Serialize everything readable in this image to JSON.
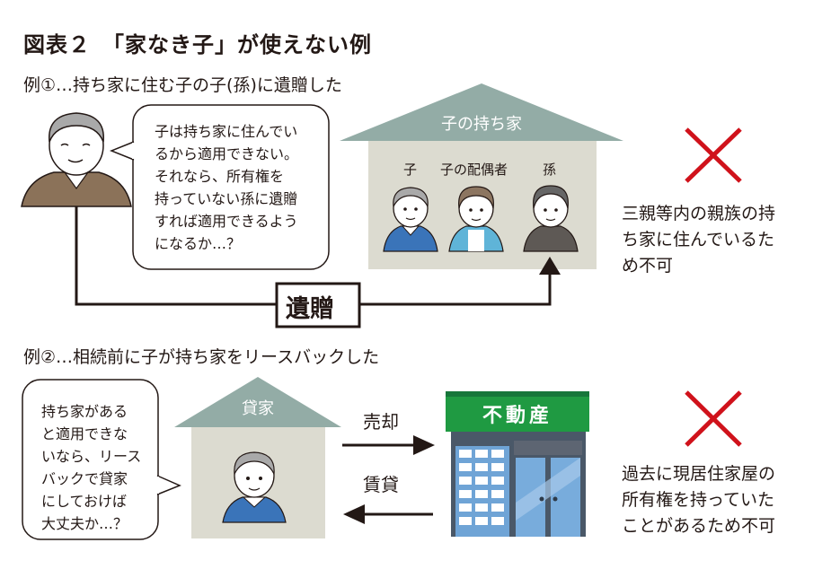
{
  "title": "図表２　「家なき子」が使えない例",
  "colors": {
    "house_wall": "#dcdbd0",
    "house_roof": "#93aca6",
    "cross_red": "#d0121b",
    "text": "#231815",
    "shop_green": "#1f9a42",
    "shop_blue": "#6fa4d6"
  },
  "example1": {
    "heading": "例①…持ち家に住む子の子(孫)に遺贈した",
    "speech": "子は持ち家に住んでい\nるから適用できない。\nそれなら、所有権を\n持っていない孫に遺贈\nすれば適用できるよう\nになるか…？",
    "house_label": "子の持ち家",
    "members": [
      "子",
      "子の配偶者",
      "孫"
    ],
    "flow_label": "遺贈",
    "verdict_icon": "cross-icon",
    "verdict": "三親等内の親族の持\nち家に住んでいるた\nめ不可"
  },
  "example2": {
    "heading": "例②…相続前に子が持ち家をリースバックした",
    "speech": "持ち家がある\nと適用できな\nいなら、リース\nバックで貸家\nにしておけば\n大丈夫か…？",
    "house_label": "貸家",
    "sell_label": "売却",
    "lease_label": "賃貸",
    "shop_sign": "不動産",
    "verdict_icon": "cross-icon",
    "verdict": "過去に現居住家屋の\n所有権を持っていた\nことがあるため不可"
  }
}
